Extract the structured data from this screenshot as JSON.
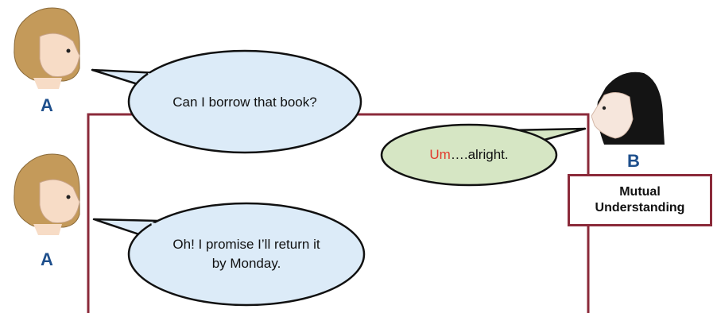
{
  "speakers": {
    "a_top_label": "A",
    "a_bottom_label": "A",
    "b_label": "B"
  },
  "bubbles": {
    "request": "Can I borrow that book?",
    "reply_hesitation": "Um",
    "reply_rest": "….alright.",
    "promise_line1": "Oh! I promise I’ll return it",
    "promise_line2": "by Monday."
  },
  "mutual_understanding": {
    "line1": "Mutual",
    "line2": "Understanding"
  },
  "colors": {
    "frame": "#8b2a3a",
    "blue_bubble": "#dcebf8",
    "green_bubble": "#d6e6c4",
    "label_blue": "#1e4f8c",
    "hesitation_red": "#e23b2e"
  }
}
